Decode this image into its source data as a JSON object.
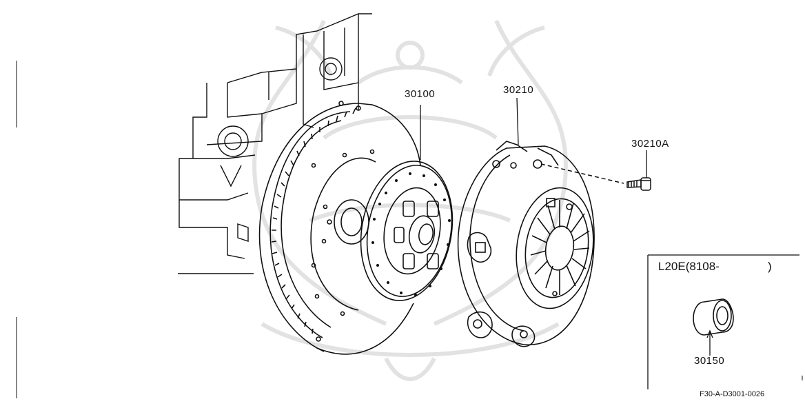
{
  "diagram": {
    "callouts": {
      "clutch_disc": "30100",
      "clutch_cover": "30210",
      "cover_bolt": "30210A",
      "release_bearing": "30150"
    },
    "inset": {
      "title": "L20E(8108-",
      "title_close": ")"
    },
    "reference_code": "F30-A-D3001-0026",
    "colors": {
      "line": "#111111",
      "watermark": "#d8d8d8",
      "background": "#ffffff"
    },
    "icons": {
      "watermark": "samurai-helmet-watermark"
    }
  }
}
